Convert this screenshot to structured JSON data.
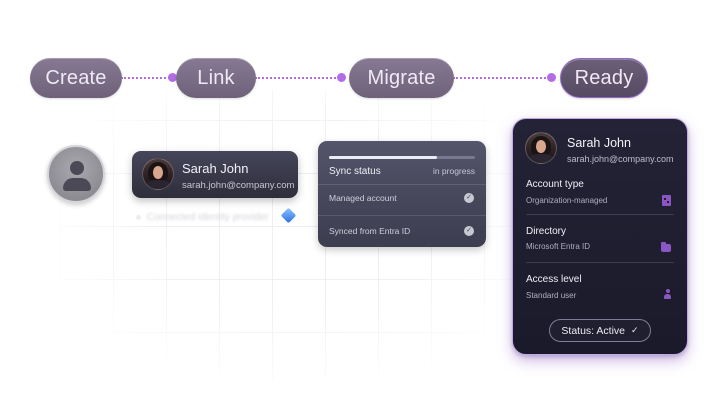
{
  "steps": [
    {
      "label": "Create"
    },
    {
      "label": "Link"
    },
    {
      "label": "Migrate"
    },
    {
      "label": "Ready"
    }
  ],
  "user_card": {
    "name": "Sarah John",
    "email": "sarah.john@company.com"
  },
  "connected_label": "Connected identity provider",
  "sync_card": {
    "progress": 0.74,
    "title": "Sync status",
    "state": "in progress",
    "rows": [
      {
        "label": "Managed account"
      },
      {
        "label": "Synced from Entra ID"
      }
    ]
  },
  "profile": {
    "name": "Sarah John",
    "email": "sarah.john@company.com",
    "fields": [
      {
        "label": "Account type",
        "value": "Organization-managed",
        "icon": "building-icon"
      },
      {
        "label": "Directory",
        "value": "Microsoft Entra ID",
        "icon": "folder-icon"
      },
      {
        "label": "Access level",
        "value": "Standard user",
        "icon": "person-icon"
      }
    ],
    "status": "Status: Active"
  },
  "colors": {
    "accent": "#b36be6",
    "step_bg": "#7a6d86",
    "panel_bg": "#1e1d2f",
    "panel_border": "#c2a6ea"
  }
}
